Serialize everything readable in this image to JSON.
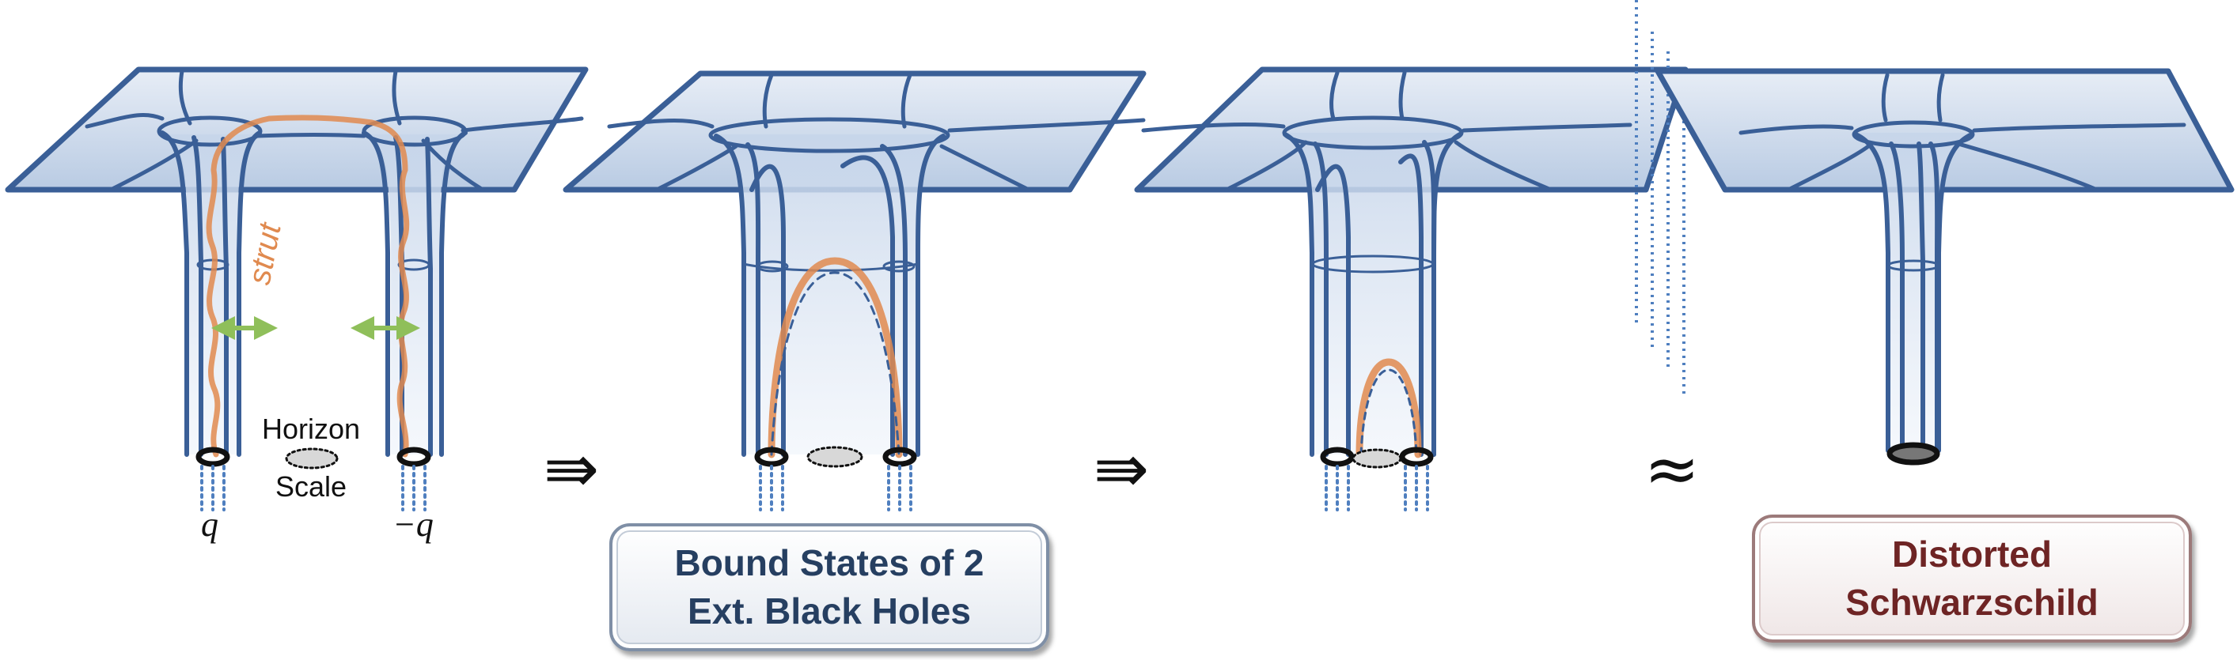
{
  "panel1": {
    "q_label": "q",
    "neg_q_label": "−q",
    "horizon_line1": "Horizon",
    "horizon_line2": "Scale",
    "strut_label": "strut"
  },
  "arrows": {
    "implies_1": "⇛",
    "implies_2": "⇛",
    "approx": "≈"
  },
  "boxes": {
    "bound_line1": "Bound States of 2",
    "bound_line2": "Ext. Black Holes",
    "distorted_line1": "Distorted",
    "distorted_line2": "Schwarzschild"
  },
  "colors": {
    "surface": "#3a5f97",
    "surface_fill": "#c9d7ea",
    "strut": "#e08a4f",
    "force_arrow": "#8fbf5a",
    "box_blue_text": "#263f61",
    "box_red_text": "#6e2424"
  }
}
